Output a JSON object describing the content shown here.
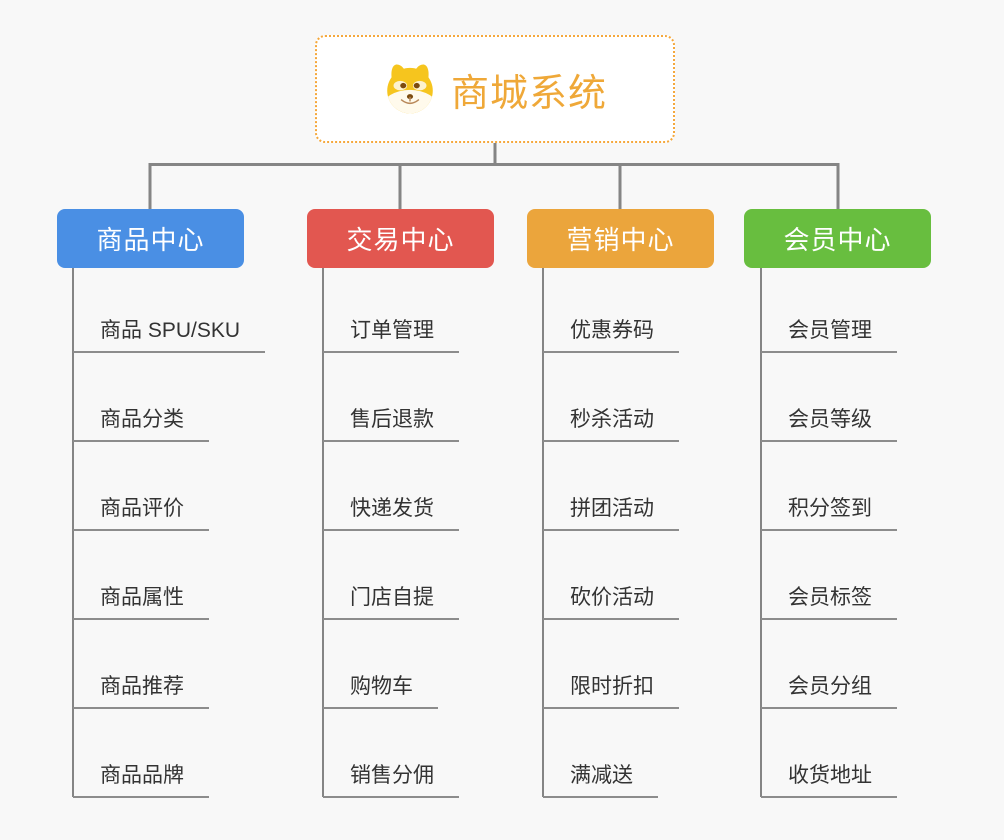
{
  "page_background": "#f8f8f8",
  "connector_color": "#858585",
  "leaf_line_color": "#8c8c8c",
  "leaf_text_color": "#333333",
  "root": {
    "title": "商城系统",
    "icon": "shiba-dog-icon",
    "border_color": "#f5a83c",
    "title_color": "#efa838",
    "background": "#ffffff"
  },
  "branches": [
    {
      "label": "商品中心",
      "color": "#4a8fe4",
      "children": [
        "商品 SPU/SKU",
        "商品分类",
        "商品评价",
        "商品属性",
        "商品推荐",
        "商品品牌"
      ]
    },
    {
      "label": "交易中心",
      "color": "#e25750",
      "children": [
        "订单管理",
        "售后退款",
        "快递发货",
        "门店自提",
        "购物车",
        "销售分佣"
      ]
    },
    {
      "label": "营销中心",
      "color": "#eba53c",
      "children": [
        "优惠券码",
        "秒杀活动",
        "拼团活动",
        "砍价活动",
        "限时折扣",
        "满减送"
      ]
    },
    {
      "label": "会员中心",
      "color": "#68be3f",
      "children": [
        "会员管理",
        "会员等级",
        "积分签到",
        "会员标签",
        "会员分组",
        "收货地址"
      ]
    }
  ]
}
